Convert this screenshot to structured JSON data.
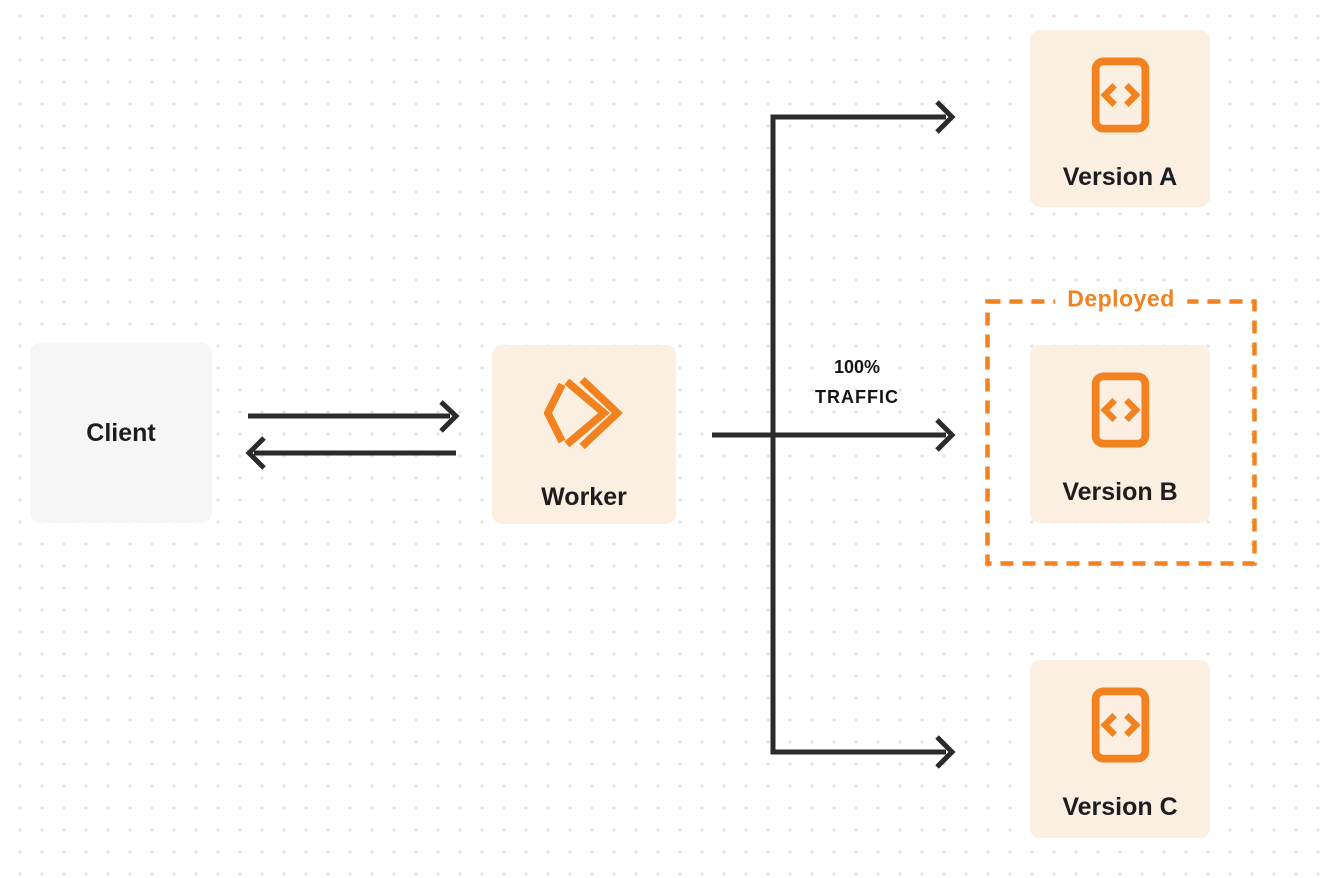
{
  "diagram": {
    "title": "worker-versions-traffic-diagram",
    "client": {
      "label": "Client"
    },
    "worker": {
      "label": "Worker",
      "icon": "workers-chevrons-icon"
    },
    "traffic": {
      "percent": "100%",
      "word": "TRAFFIC"
    },
    "deployed": {
      "label": "Deployed"
    },
    "versions": [
      {
        "label": "Version A",
        "icon": "code-file-icon",
        "deployed": false
      },
      {
        "label": "Version B",
        "icon": "code-file-icon",
        "deployed": true
      },
      {
        "label": "Version C",
        "icon": "code-file-icon",
        "deployed": false
      }
    ]
  },
  "colors": {
    "accent_orange": "#f28220",
    "node_cream_bg": "#faefe0",
    "client_gray_bg": "#f6f6f7",
    "arrow_dark": "#2b2b2b",
    "text_dark": "#1d1d1f",
    "dot_grid": "#e3e3e3",
    "page_bg": "#ffffff"
  }
}
